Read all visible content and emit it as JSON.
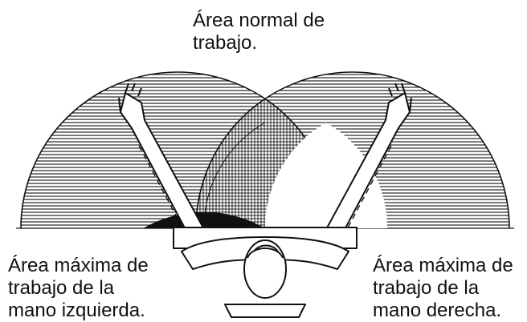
{
  "labels": {
    "normal_area": {
      "line1": "Área normal de",
      "line2": "trabajo."
    },
    "max_left": {
      "line1": "Área máxima de",
      "line2": "trabajo de la",
      "line3": "mano izquierda."
    },
    "max_right": {
      "line1": "Área máxima de",
      "line2": "trabajo de la",
      "line3": "mano derecha."
    }
  },
  "colors": {
    "ink": "#111111",
    "background": "#ffffff"
  }
}
